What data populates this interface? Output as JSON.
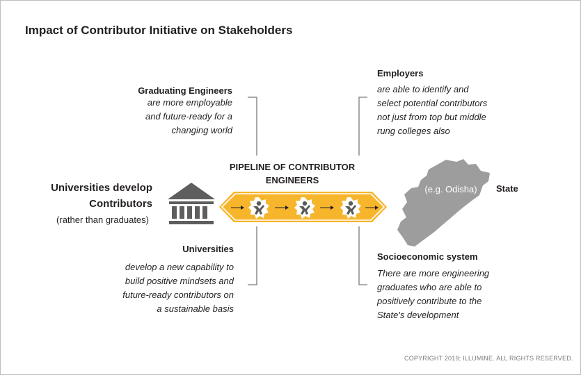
{
  "title": "Impact of Contributor Initiative on Stakeholders",
  "graduating": {
    "heading": "Graduating Engineers",
    "lines": [
      "are more employable",
      "and future-ready for a",
      "changing world"
    ]
  },
  "employers": {
    "heading": "Employers",
    "lines": [
      "are able to identify and",
      "select potential contributors",
      "not just from top but middle",
      "rung colleges also"
    ]
  },
  "universities_left": {
    "lines": [
      "Universities develop",
      "Contributors"
    ],
    "note": "(rather than graduates)"
  },
  "pipeline": {
    "lines": [
      "PIPELINE OF CONTRIBUTOR",
      "ENGINEERS"
    ],
    "color": "#f7b52b"
  },
  "state": {
    "label": "State",
    "map_label": "(e.g. Odisha)",
    "map_color": "#9d9d9d"
  },
  "universities": {
    "heading": "Universities",
    "lines": [
      "develop a new capability to",
      "build positive mindsets and",
      "future-ready contributors on",
      "a sustainable basis"
    ]
  },
  "socioeconomic": {
    "heading": "Socioeconomic system",
    "lines": [
      "There are more engineering",
      "graduates who are able to",
      "positively contribute to the",
      "State's development"
    ]
  },
  "copyright": "COPYRIGHT 2019; ILLUMINE. ALL RIGHTS RESERVED.",
  "icons": [
    "university-building-icon",
    "contributor-person-icon",
    "arrow-right-icon",
    "state-map-icon"
  ],
  "colors": {
    "text": "#231f20",
    "bracket": "#7a7a7a",
    "building": "#5e5e5e",
    "map": "#9d9d9d"
  }
}
